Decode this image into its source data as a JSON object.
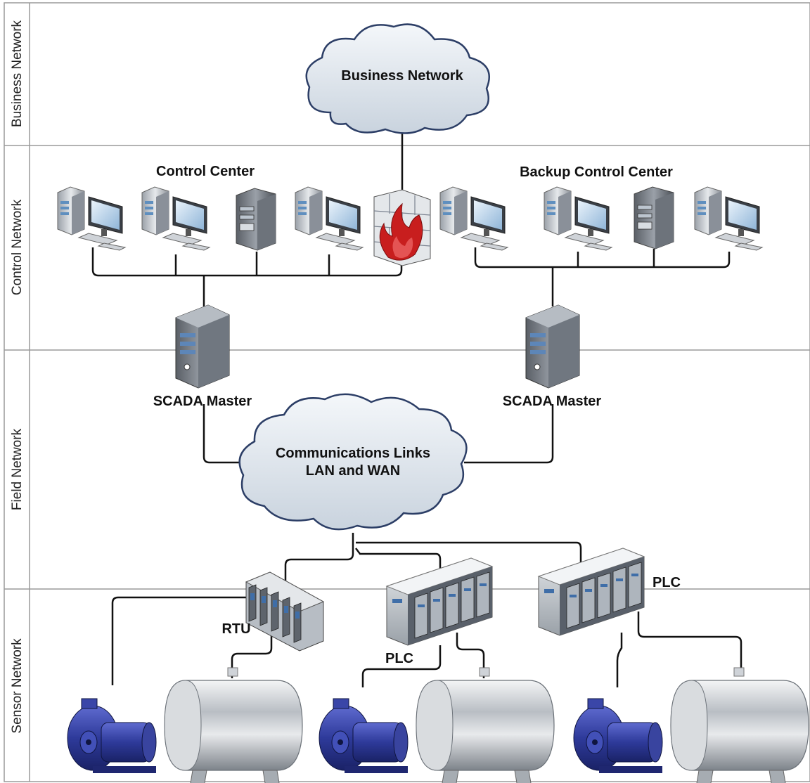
{
  "lanes": [
    {
      "label": "Business Network"
    },
    {
      "label": "Control Network"
    },
    {
      "label": "Field Network"
    },
    {
      "label": "Sensor Network"
    }
  ],
  "clouds": {
    "business": {
      "line1": "Business Network"
    },
    "communications": {
      "line1": "Communications Links",
      "line2": "LAN and WAN"
    }
  },
  "labels": {
    "control_center": "Control Center",
    "backup_control_center": "Backup Control Center",
    "scada_master_left": "SCADA Master",
    "scada_master_right": "SCADA Master",
    "rtu": "RTU",
    "plc_middle": "PLC",
    "plc_right": "PLC"
  },
  "colors": {
    "lane_border": "#9a9a9a",
    "connector": "#111111",
    "cloud_fill": "#dfe6ee",
    "cloud_stroke": "#2c3e66",
    "pump_blue": "#2e3a9a",
    "tank_steel": "#c9cdd2",
    "firewall_red": "#c81e1e"
  },
  "icons": [
    "workstation-icon",
    "server-tower-icon",
    "firewall-icon",
    "scada-server-icon",
    "rtu-icon",
    "plc-rack-icon",
    "pump-icon",
    "tank-icon"
  ]
}
